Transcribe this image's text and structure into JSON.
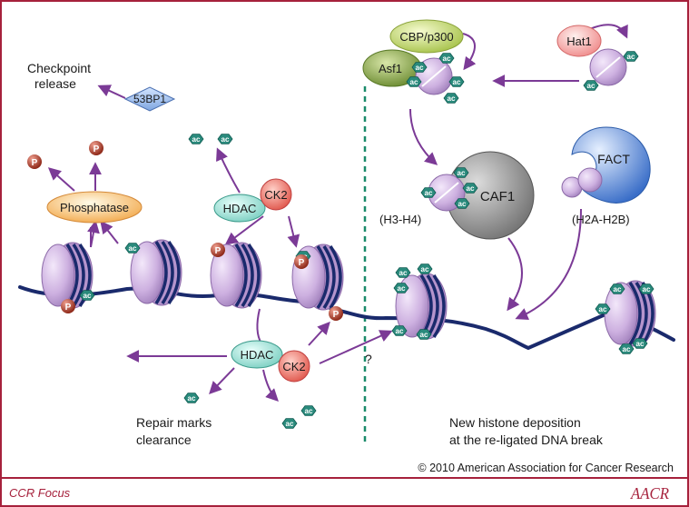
{
  "labels": {
    "checkpoint_release": [
      "Checkpoint",
      "release"
    ],
    "p53bp1": "53BP1",
    "phosphatase": "Phosphatase",
    "hdac_top": "HDAC",
    "ck2_top": "CK2",
    "hdac_bottom": "HDAC",
    "ck2_bottom": "CK2",
    "repair_marks": [
      "Repair marks",
      "clearance"
    ],
    "question": "?",
    "cbp_p300": "CBP/p300",
    "asf1": "Asf1",
    "hat1": "Hat1",
    "caf1": "CAF1",
    "fact": "FACT",
    "h3h4": "(H3-H4)",
    "h2ah2b": "(H2A-H2B)",
    "new_histone": [
      "New histone deposition",
      "at the re-ligated DNA break"
    ],
    "copyright": "© 2010 American Association for Cancer Research",
    "ccr_focus": "CCR Focus",
    "aacr_logo": "AACR"
  },
  "tags": {
    "ac": "ac",
    "p": "P"
  },
  "colors": {
    "frame": "#a6213c",
    "arrow": "#7b3a96",
    "dna": "#1a2a6c",
    "nucleosome": "#c8a8dc",
    "ac_tag": "#2a8a7c",
    "phospho": "#b33a2a",
    "divider": "#1a8a6a"
  }
}
